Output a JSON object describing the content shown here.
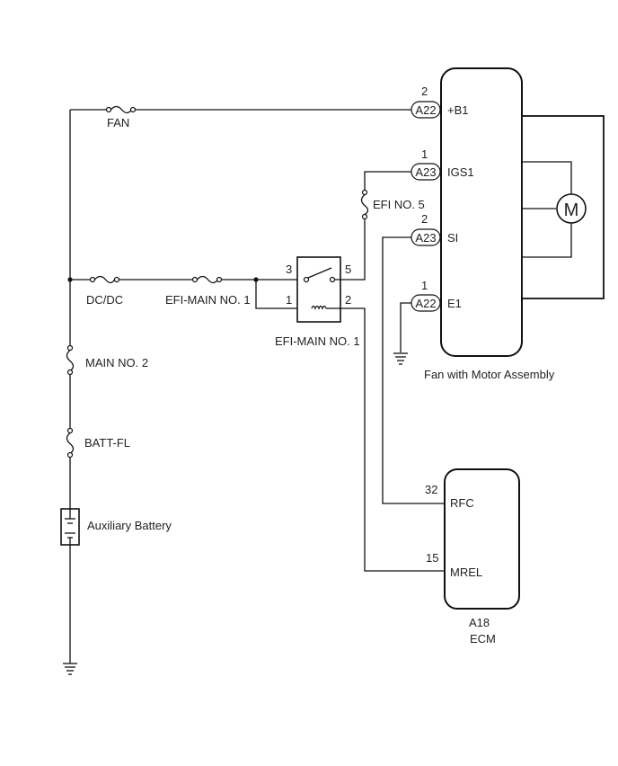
{
  "components": {
    "fan_motor": {
      "name": "Fan with Motor Assembly",
      "motor_symbol": "M"
    },
    "ecm": {
      "connector": "A18",
      "name": "ECM"
    },
    "battery": {
      "name": "Auxiliary Battery"
    },
    "relay": {
      "name": "EFI-MAIN NO. 1"
    }
  },
  "fuses": {
    "fan": "FAN",
    "dcdc": "DC/DC",
    "efi_main1": "EFI-MAIN NO. 1",
    "efi_no5": "EFI NO. 5",
    "main2": "MAIN NO. 2",
    "batt_fl": "BATT-FL"
  },
  "fan_terminals": [
    {
      "pin": "2",
      "connector": "A22",
      "name": "+B1"
    },
    {
      "pin": "1",
      "connector": "A23",
      "name": "IGS1"
    },
    {
      "pin": "2",
      "connector": "A23",
      "name": "SI"
    },
    {
      "pin": "1",
      "connector": "A22",
      "name": "E1"
    }
  ],
  "ecm_terminals": [
    {
      "pin": "32",
      "name": "RFC"
    },
    {
      "pin": "15",
      "name": "MREL"
    }
  ],
  "relay_pins": {
    "p3": "3",
    "p5": "5",
    "p1": "1",
    "p2": "2"
  }
}
